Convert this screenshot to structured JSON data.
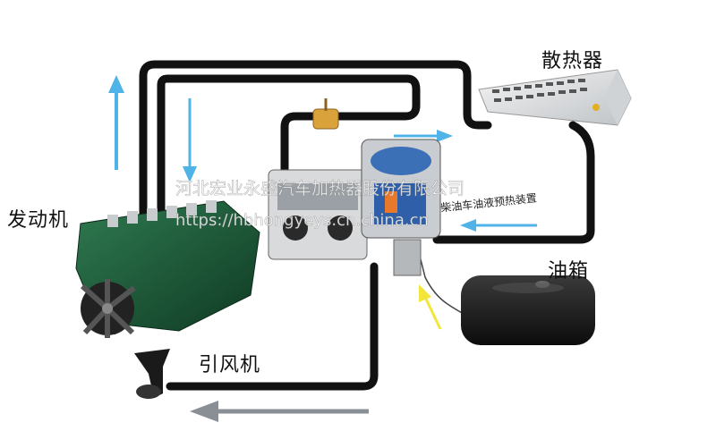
{
  "labels": {
    "engine": "发动机",
    "radiator": "散热器",
    "fuel_tank": "油箱",
    "blower": "引风机",
    "preheater": "柴油车油液预热装置"
  },
  "watermark": {
    "company": "河北宏业永盛汽车加热器股份有限公司",
    "url": "https://hbhongyeys.cn.china.cn"
  },
  "colors": {
    "pipe": "#111111",
    "arrow_blue": "#4fb3e8",
    "arrow_yellow": "#f2e63a",
    "arrow_gray": "#8a8f96",
    "engine_green": "#1f5a3a"
  }
}
